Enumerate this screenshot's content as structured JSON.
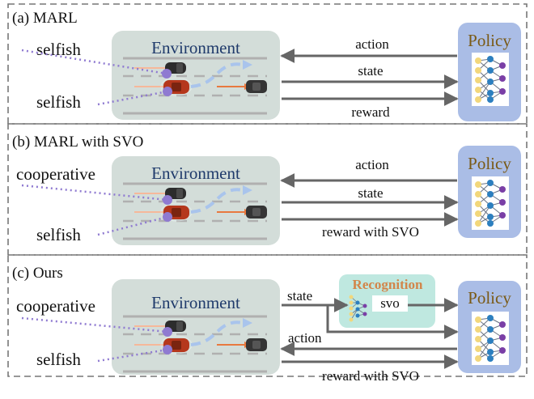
{
  "panels": [
    {
      "id": "a",
      "title": "(a) MARL",
      "agents": [
        "selfish",
        "selfish"
      ],
      "environment": "Environment",
      "policy": "Policy",
      "arrows": [
        "action",
        "state",
        "reward"
      ]
    },
    {
      "id": "b",
      "title": "(b) MARL with SVO",
      "agents": [
        "cooperative",
        "selfish"
      ],
      "environment": "Environment",
      "policy": "Policy",
      "arrows": [
        "action",
        "state",
        "reward with SVO"
      ]
    },
    {
      "id": "c",
      "title": "(c) Ours",
      "agents": [
        "cooperative",
        "selfish"
      ],
      "environment": "Environment",
      "policy": "Policy",
      "recognition": "Recognition",
      "svo": "svo",
      "arrows": [
        "state",
        "action",
        "reward with SVO"
      ]
    }
  ],
  "colors": {
    "environment_bg": "#d3ddd9",
    "policy_bg": "#aabde6",
    "recognition_bg": "#bfe8e0",
    "arrow": "#666666",
    "agent_dots": "#8f7ad1",
    "path": "#a9c4ec"
  }
}
